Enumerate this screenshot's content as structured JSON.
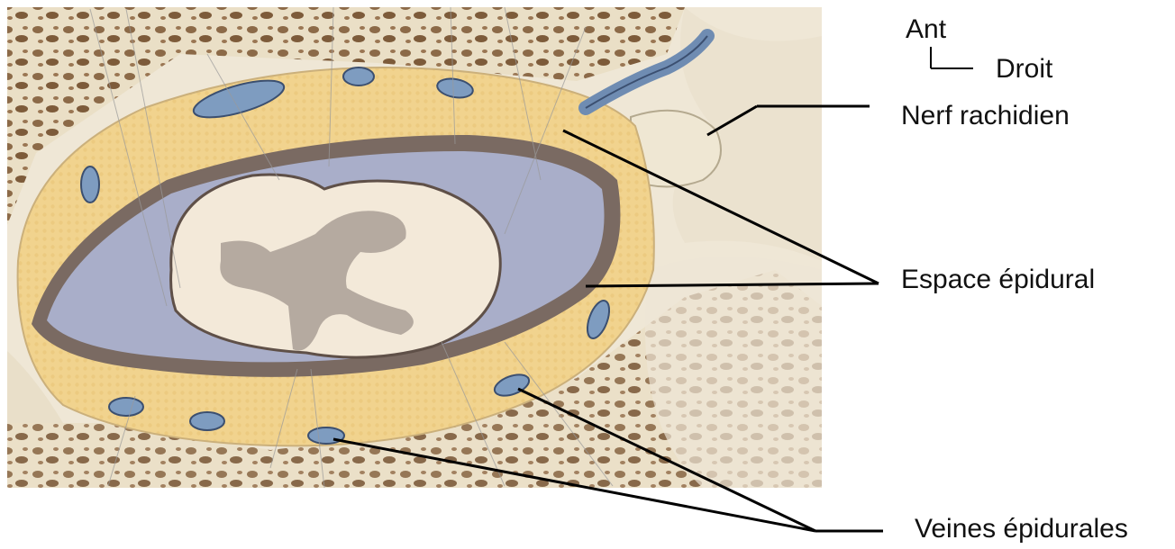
{
  "orientation": {
    "anterior": "Ant",
    "right": "Droit"
  },
  "labels": {
    "spinal_nerve": "Nerf rachidien",
    "epidural_space": "Espace épidural",
    "epidural_veins": "Veines épidurales"
  },
  "colors": {
    "bone": "#eee5d2",
    "marrow": "#8c6a48",
    "epidural_fat": "#f1d38e",
    "dura": "#7a6a62",
    "subarachnoid": "#a9aec9",
    "white_matter": "#f3e9d9",
    "grey_matter": "#b5aaa0",
    "vein": "#7e9cc0",
    "leader_line": "#000000"
  }
}
